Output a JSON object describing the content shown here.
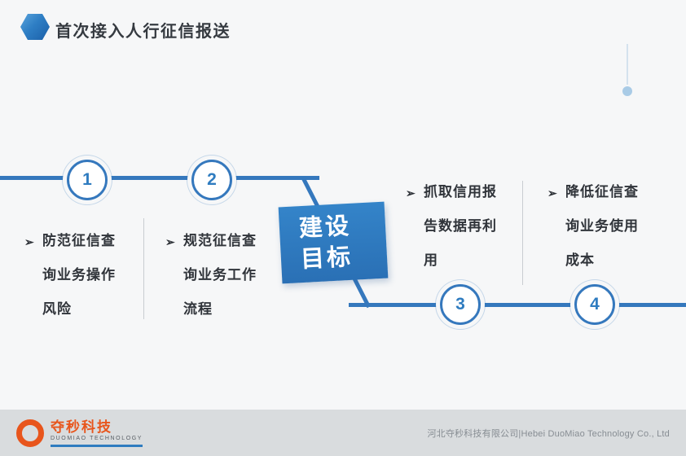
{
  "header": {
    "title": "首次接入人行征信报送"
  },
  "diagram": {
    "bullet": "➢",
    "center_box": {
      "line1": "建设",
      "line2": "目标"
    },
    "items": [
      {
        "number": "1",
        "lines": [
          "防范征信查",
          "询业务操作",
          "风险"
        ]
      },
      {
        "number": "2",
        "lines": [
          "规范征信查",
          "询业务工作",
          "流程"
        ]
      },
      {
        "number": "3",
        "lines": [
          "抓取信用报",
          "告数据再利",
          "用"
        ]
      },
      {
        "number": "4",
        "lines": [
          "降低征信查",
          "询业务使用",
          "成本"
        ]
      }
    ]
  },
  "footer": {
    "logo_text": "夺秒科技",
    "logo_subtext": "DUOMIAO TECHNOLOGY",
    "company_text": "河北夺秒科技有限公司|Hebei DuoMiao Technology Co., Ltd"
  },
  "colors": {
    "accent_blue": "#3578bd",
    "goal_box_blue": "#2f7dc3",
    "logo_orange": "#e8551c",
    "footer_bg": "#d9dcde",
    "background": "#f6f7f8"
  }
}
